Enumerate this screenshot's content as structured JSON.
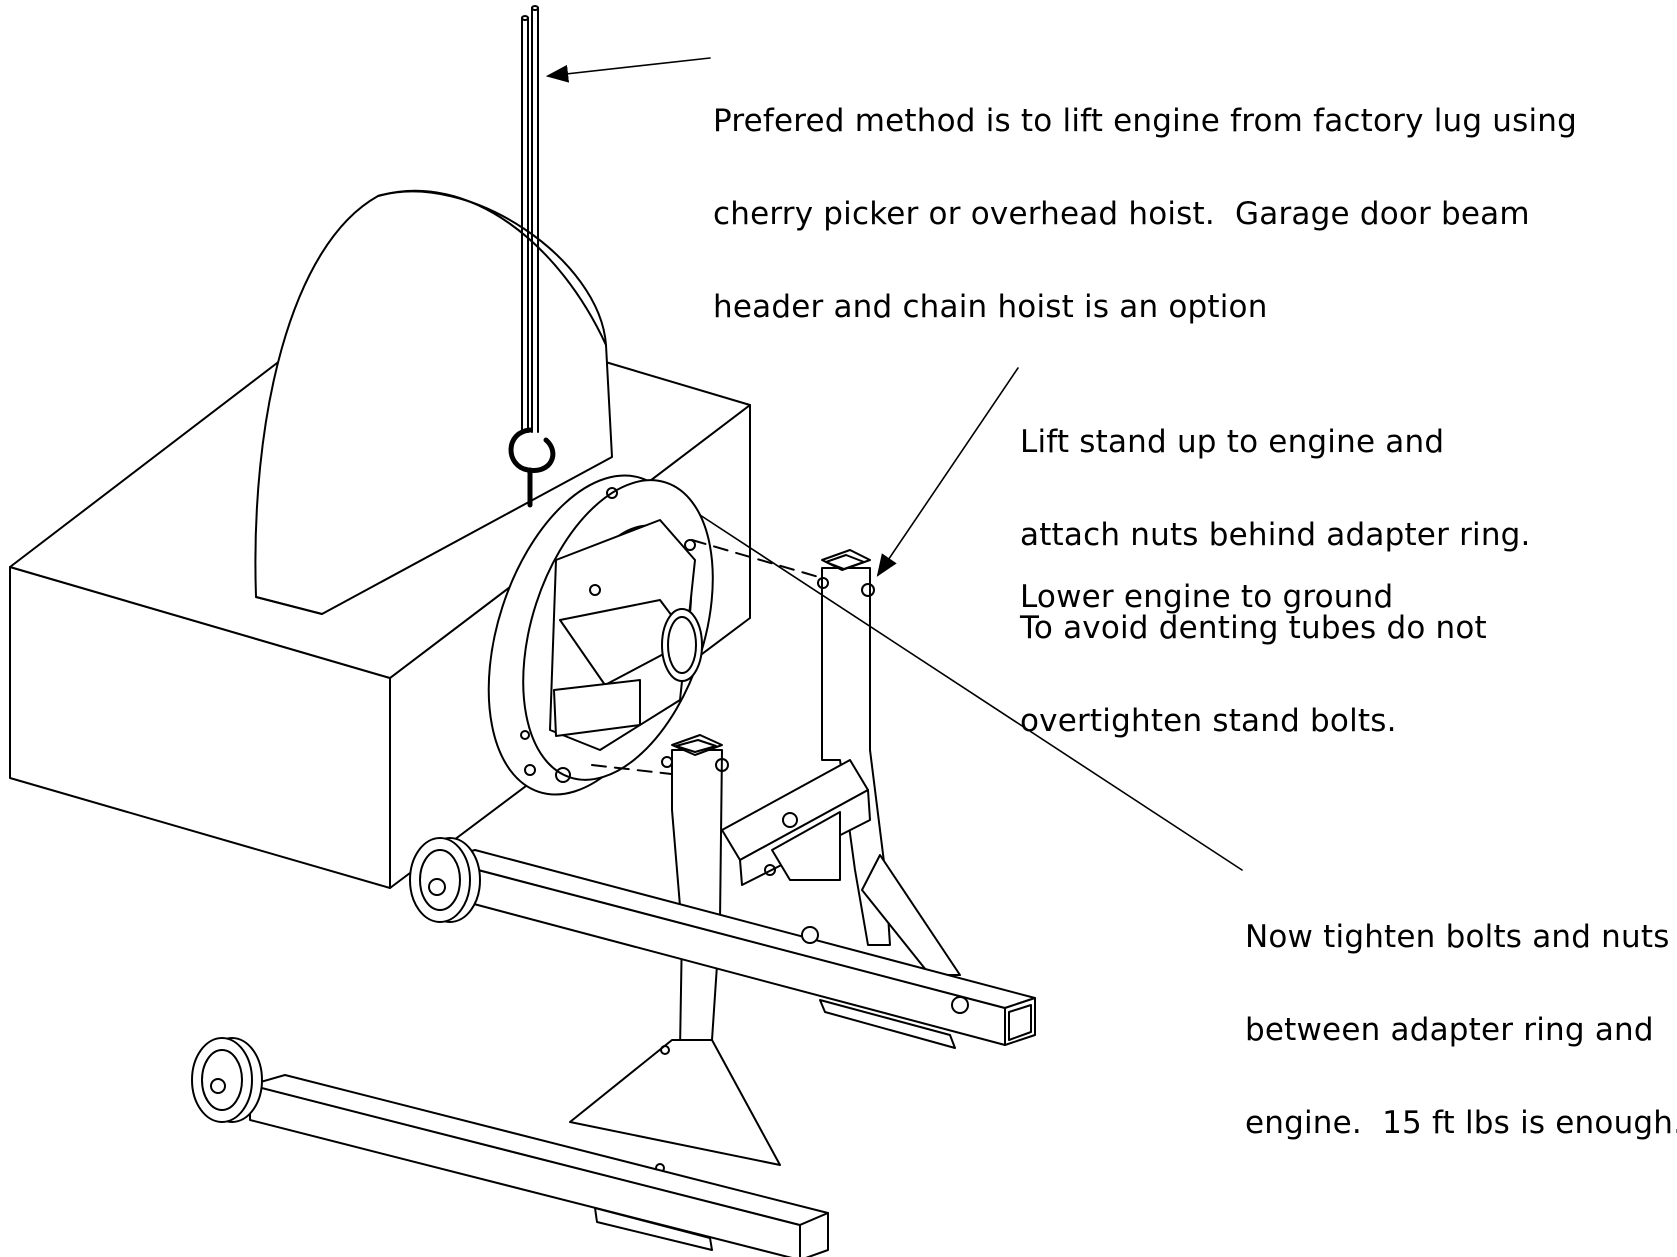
{
  "notes": {
    "lift": {
      "lines": [
        "Prefered method is to lift engine from factory lug using",
        "cherry picker or overhead hoist.  Garage door beam",
        "header and chain hoist is an option"
      ]
    },
    "stand": {
      "lines": [
        "Lift stand up to engine and",
        "attach nuts behind adapter ring.",
        "To avoid denting tubes do not",
        "overtighten stand bolts."
      ]
    },
    "lower": {
      "lines": [
        "Lower engine to ground"
      ]
    },
    "tighten": {
      "lines": [
        "Now tighten bolts and nuts",
        "between adapter ring and",
        "engine.  15 ft lbs is enough."
      ]
    }
  },
  "colors": {
    "ink": "#000000",
    "paper": "#ffffff"
  }
}
